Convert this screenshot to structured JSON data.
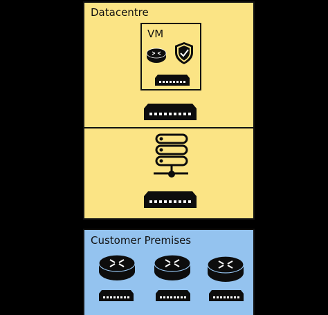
{
  "diagram": {
    "colors": {
      "background": "#000000",
      "datacentre_fill": "#fbe485",
      "customer_fill": "#94c3ef",
      "border": "#111111",
      "device_dark": "#0d0d0d",
      "device_light": "#ffffff"
    },
    "datacentre": {
      "label": "Datacentre",
      "vm": {
        "label": "VM",
        "icons": [
          "router-icon",
          "firewall-shield-icon",
          "switch-icon"
        ]
      },
      "upper_icons": [
        "switch-icon"
      ],
      "lower_icons": [
        "server-stack-icon",
        "switch-icon"
      ]
    },
    "customer_premises": {
      "label": "Customer Premises",
      "sites": [
        {
          "icons": [
            "router-icon",
            "switch-icon"
          ]
        },
        {
          "icons": [
            "router-icon",
            "switch-icon"
          ]
        },
        {
          "icons": [
            "router-icon",
            "switch-icon"
          ]
        }
      ]
    }
  }
}
